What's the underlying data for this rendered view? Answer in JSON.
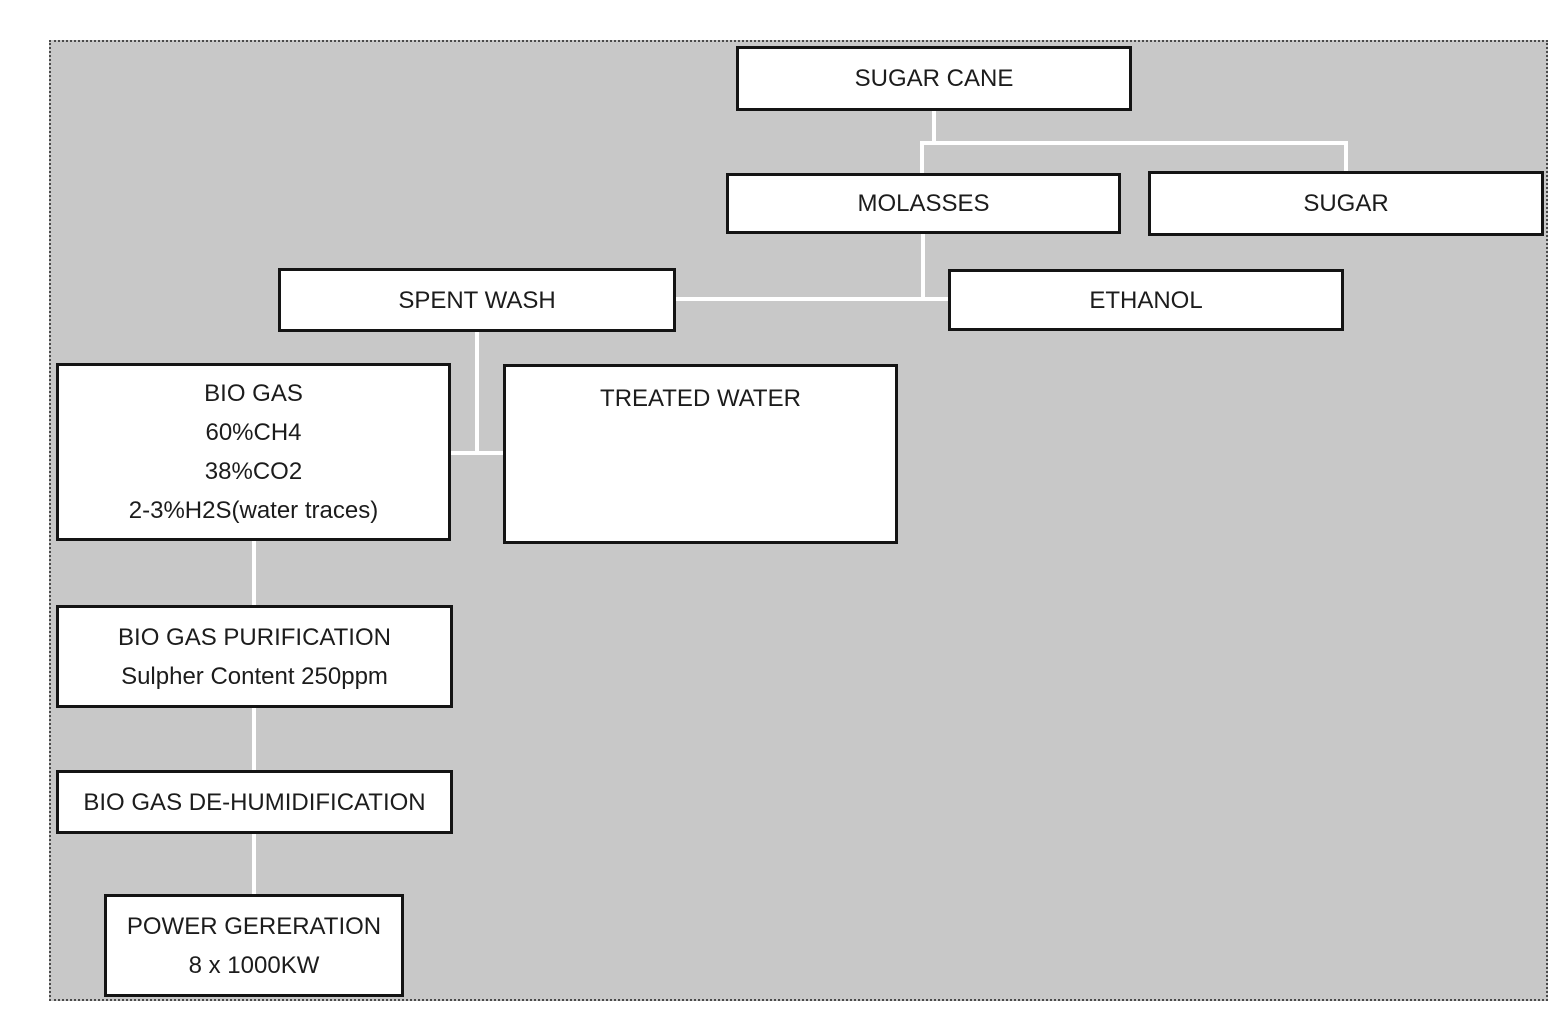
{
  "diagram": {
    "nodes": {
      "sugar_cane": {
        "label": "SUGAR CANE"
      },
      "molasses": {
        "label": "MOLASSES"
      },
      "sugar": {
        "label": "SUGAR"
      },
      "spent_wash": {
        "label": "SPENT WASH"
      },
      "ethanol": {
        "label": "ETHANOL"
      },
      "bio_gas": {
        "lines": [
          "BIO GAS",
          "60%CH4",
          "38%CO2",
          "2-3%H2S(water traces)"
        ]
      },
      "treated_water": {
        "label": "TREATED WATER"
      },
      "bio_gas_purification": {
        "lines": [
          "BIO GAS PURIFICATION",
          "Sulpher Content 250ppm"
        ]
      },
      "bio_gas_dehumidification": {
        "label": "BIO GAS DE-HUMIDIFICATION"
      },
      "power_generation": {
        "lines": [
          "POWER GERERATION",
          "8 x 1000KW"
        ]
      }
    },
    "edges": [
      {
        "from": "SUGAR CANE",
        "to": "MOLASSES"
      },
      {
        "from": "SUGAR CANE",
        "to": "SUGAR"
      },
      {
        "from": "MOLASSES",
        "to": "SPENT WASH"
      },
      {
        "from": "MOLASSES",
        "to": "ETHANOL"
      },
      {
        "from": "SPENT WASH",
        "to": "BIO GAS"
      },
      {
        "from": "SPENT WASH",
        "to": "TREATED WATER"
      },
      {
        "from": "BIO GAS",
        "to": "BIO GAS PURIFICATION"
      },
      {
        "from": "BIO GAS PURIFICATION",
        "to": "BIO GAS DE-HUMIDIFICATION"
      },
      {
        "from": "BIO GAS DE-HUMIDIFICATION",
        "to": "POWER GERERATION"
      }
    ],
    "colors": {
      "page_bg": "#ffffff",
      "canvas_bg": "#c8c8c8",
      "canvas_border": "#4a4a4a",
      "node_bg": "#ffffff",
      "node_border": "#141414",
      "connector": "#ffffff",
      "text": "#1c1c1c"
    }
  }
}
